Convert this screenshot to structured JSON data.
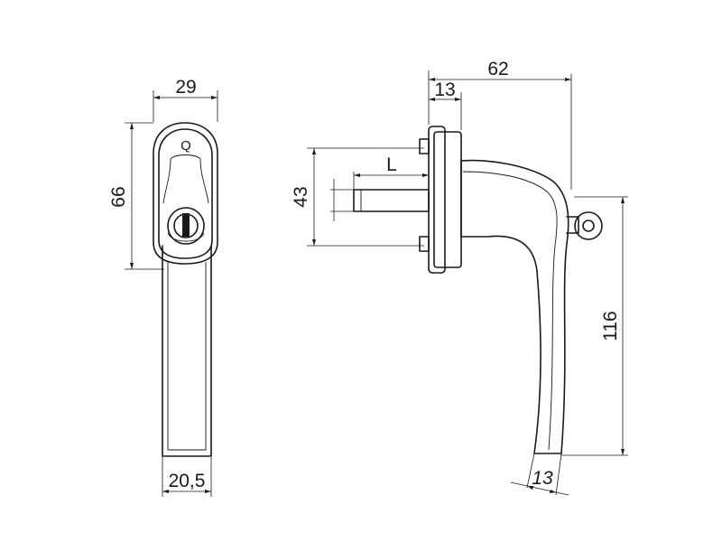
{
  "labels": {
    "front_width": "29",
    "front_height": "66",
    "front_bottom_width": "20,5",
    "side_overall_width": "62",
    "side_plate_width": "13",
    "spindle_length": "L",
    "side_height_43": "43",
    "side_height_116": "116",
    "lever_end_width": "13",
    "brand_mark": "Q"
  }
}
